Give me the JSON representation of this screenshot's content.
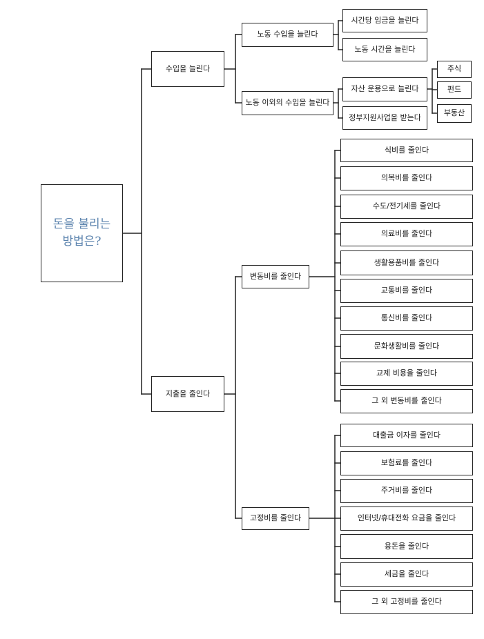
{
  "root": "돈을 불리는 방법은?",
  "income": {
    "label": "수입을 늘린다",
    "labor": {
      "label": "노동 수입을 늘린다",
      "children": [
        "시간당 임금을 늘린다",
        "노동 시간을 늘린다"
      ]
    },
    "nonlabor": {
      "label": "노동 이외의 수입을 늘린다",
      "invest": {
        "label": "자산 운용으로 늘린다",
        "children": [
          "주식",
          "펀드",
          "부동산"
        ]
      },
      "subsidy": "정부지원사업을 받는다"
    }
  },
  "expense": {
    "label": "지출을 줄인다",
    "variable": {
      "label": "변동비를 줄인다",
      "children": [
        "식비를 줄인다",
        "의복비를 줄인다",
        "수도/전기세를 줄인다",
        "의료비를 줄인다",
        "생활용품비를 줄인다",
        "교통비를 줄인다",
        "통신비를 줄인다",
        "문화생활비를 줄인다",
        "교제 비용을 줄인다",
        "그 외 변동비를 줄인다"
      ]
    },
    "fixed": {
      "label": "고정비를 줄인다",
      "children": [
        "대출금 이자를 줄인다",
        "보험료를 줄인다",
        "주거비를 줄인다",
        "인터넷/휴대전화 요금을 줄인다",
        "용돈을 줄인다",
        "세금을 줄인다",
        "그 외 고정비를 줄인다"
      ]
    }
  }
}
